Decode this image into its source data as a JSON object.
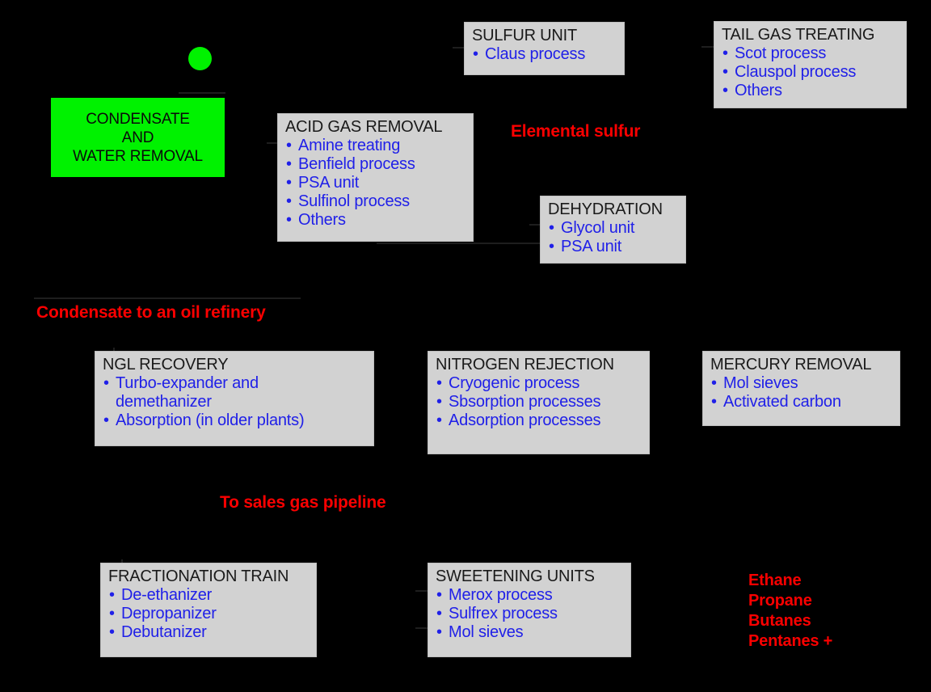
{
  "diagram": {
    "title": "Natural gas processing block diagram",
    "background_color": "#000000",
    "box_fill_color": "#d2d2d2",
    "box_title_color": "#1a1a1a",
    "bullet_color": "#2020e8",
    "annotation_color": "#fb0000",
    "highlight_color": "#00f200"
  },
  "highlight": {
    "marker_name": "green-circle-marker",
    "box_lines": "CONDENSATE\nAND\nWATER REMOVAL",
    "line1": "CONDENSATE",
    "line2": "AND",
    "line3": "WATER REMOVAL"
  },
  "boxes": [
    {
      "id": "sulfur-unit",
      "title": "SULFUR UNIT",
      "items": [
        "Claus process"
      ]
    },
    {
      "id": "tail-gas-treating",
      "title": "TAIL GAS TREATING",
      "items": [
        "Scot process",
        "Clauspol process",
        "Others"
      ]
    },
    {
      "id": "acid-gas-removal",
      "title": "ACID GAS REMOVAL",
      "items": [
        "Amine treating",
        "Benfield process",
        "PSA unit",
        "Sulfinol process",
        "Others"
      ]
    },
    {
      "id": "dehydration",
      "title": "DEHYDRATION",
      "items": [
        "Glycol unit",
        "PSA unit"
      ]
    },
    {
      "id": "ngl-recovery",
      "title": "NGL RECOVERY",
      "items": [
        "Turbo-expander and demethanizer",
        "Absorption (in older plants)"
      ],
      "item0_line1": "Turbo-expander and",
      "item0_line2": "demethanizer"
    },
    {
      "id": "nitrogen-rejection",
      "title": "NITROGEN REJECTION",
      "items": [
        "Cryogenic process",
        "Sbsorption processes",
        "Adsorption processes"
      ]
    },
    {
      "id": "mercury-removal",
      "title": "MERCURY REMOVAL",
      "items": [
        "Mol sieves",
        "Activated carbon"
      ]
    },
    {
      "id": "fractionation-train",
      "title": "FRACTIONATION TRAIN",
      "items": [
        "De-ethanizer",
        "Depropanizer",
        "Debutanizer"
      ]
    },
    {
      "id": "sweetening-units",
      "title": "SWEETENING UNITS",
      "items": [
        "Merox process",
        "Sulfrex process",
        "Mol sieves"
      ]
    }
  ],
  "annotations": {
    "elemental_sulfur": "Elemental sulfur",
    "condensate_to_refinery": "Condensate to an oil refinery",
    "to_sales_gas_pipeline": "To sales gas pipeline"
  },
  "products": {
    "items": [
      "Ethane",
      "Propane",
      "Butanes",
      "Pentanes +"
    ],
    "item0": "Ethane",
    "item1": "Propane",
    "item2": "Butanes",
    "item3": "Pentanes +"
  }
}
